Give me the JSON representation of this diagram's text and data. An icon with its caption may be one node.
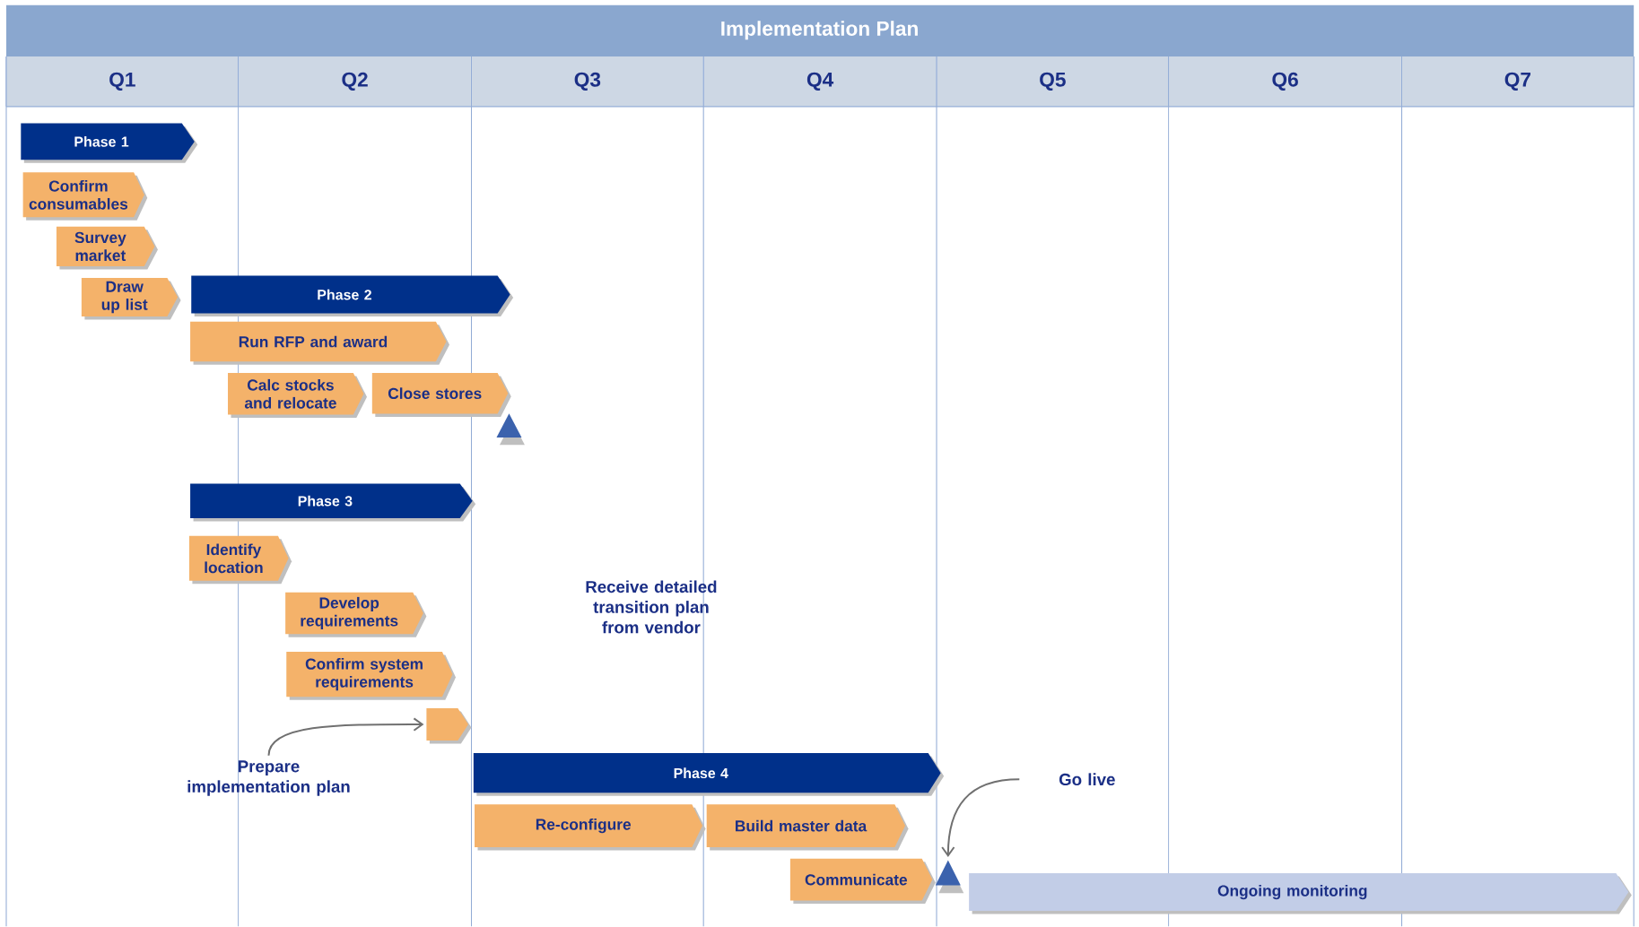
{
  "diagram": {
    "title": "Implementation Plan",
    "nodes": [
      {
        "text": [
          "Phase 1"
        ]
      },
      {
        "text": [
          "Confirm consumables"
        ]
      },
      {
        "text": [
          "Survey market"
        ]
      },
      {
        "text": [
          "Draw up list"
        ]
      },
      {
        "text": [
          "Phase 2"
        ]
      },
      {
        "text": [
          "Run RFP and award"
        ]
      },
      {
        "text": [
          "Calc stocks and relocate"
        ]
      },
      {
        "text": [
          "Close stores"
        ]
      },
      {
        "text": [],
        "shape": "triangle"
      },
      {
        "text": [
          "Phase 3"
        ]
      },
      {
        "text": [
          "Identify location"
        ]
      },
      {
        "text": [
          "Develop requirements"
        ]
      },
      {
        "text": [
          "Confirm system requirements"
        ]
      },
      {
        "text": [],
        "shape": "chevron"
      },
      {
        "text": [
          "Prepare implementation plan"
        ]
      },
      {
        "text": [
          "Phase 4"
        ]
      },
      {
        "text": [
          "Re-configure"
        ]
      },
      {
        "text": [
          "Build master data"
        ]
      },
      {
        "text": [
          "Communicate"
        ]
      },
      {
        "text": [],
        "shape": "triangle"
      },
      {
        "text": [
          "Ongoing monitoring"
        ]
      },
      {
        "text": [
          "Go live"
        ]
      }
    ],
    "edges": [
      {
        "from": 14,
        "to": 13,
        "arrow": "to"
      },
      {
        "from": 21,
        "to": 19,
        "arrow": "to"
      }
    ],
    "labels": [
      "Q1",
      "Q2",
      "Q3",
      "Q4",
      "Q5",
      "Q6",
      "Q7",
      "Receive detailed transition plan from vendor"
    ]
  }
}
